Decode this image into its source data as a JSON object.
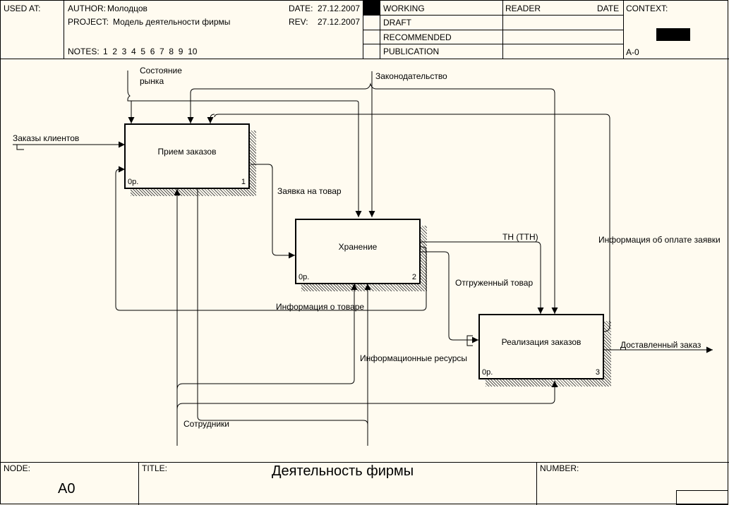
{
  "header": {
    "used_at_label": "USED AT:",
    "author_label": "AUTHOR:",
    "author": "Молодцов",
    "project_label": "PROJECT:",
    "project": "Модель деятельности фирмы",
    "date_label": "DATE:",
    "date": "27.12.2007",
    "rev_label": "REV:",
    "rev": "27.12.2007",
    "notes_label": "NOTES:",
    "notes": "1  2  3  4  5  6  7  8  9  10",
    "status": [
      "WORKING",
      "DRAFT",
      "RECOMMENDED",
      "PUBLICATION"
    ],
    "status_selected": "WORKING",
    "reader_label": "READER",
    "reader_date_label": "DATE",
    "context_label": "CONTEXT:",
    "context_node": "A-0"
  },
  "boxes": [
    {
      "title": "Прием заказов",
      "cost": "0р.",
      "number": "1"
    },
    {
      "title": "Хранение",
      "cost": "0р.",
      "number": "2"
    },
    {
      "title": "Реализация заказов",
      "cost": "0р.",
      "number": "3"
    }
  ],
  "arrows": {
    "market_state_1": "Состояние",
    "market_state_2": "рынка",
    "legislation": "Законодательство",
    "client_orders": "Заказы клиентов",
    "goods_request": "Заявка на товар",
    "tn_ttn": "ТН (ТТН)",
    "payment_info": "Информация об оплате заявки",
    "shipped_goods": "Отгруженный товар",
    "goods_info": "Информация о товаре",
    "info_resources": "Информационные ресурсы",
    "delivered_order": "Доставленный заказ",
    "employees": "Сотрудники"
  },
  "footer": {
    "node_label": "NODE:",
    "node": "A0",
    "title_label": "TITLE:",
    "title": "Деятельность фирмы",
    "number_label": "NUMBER:"
  }
}
